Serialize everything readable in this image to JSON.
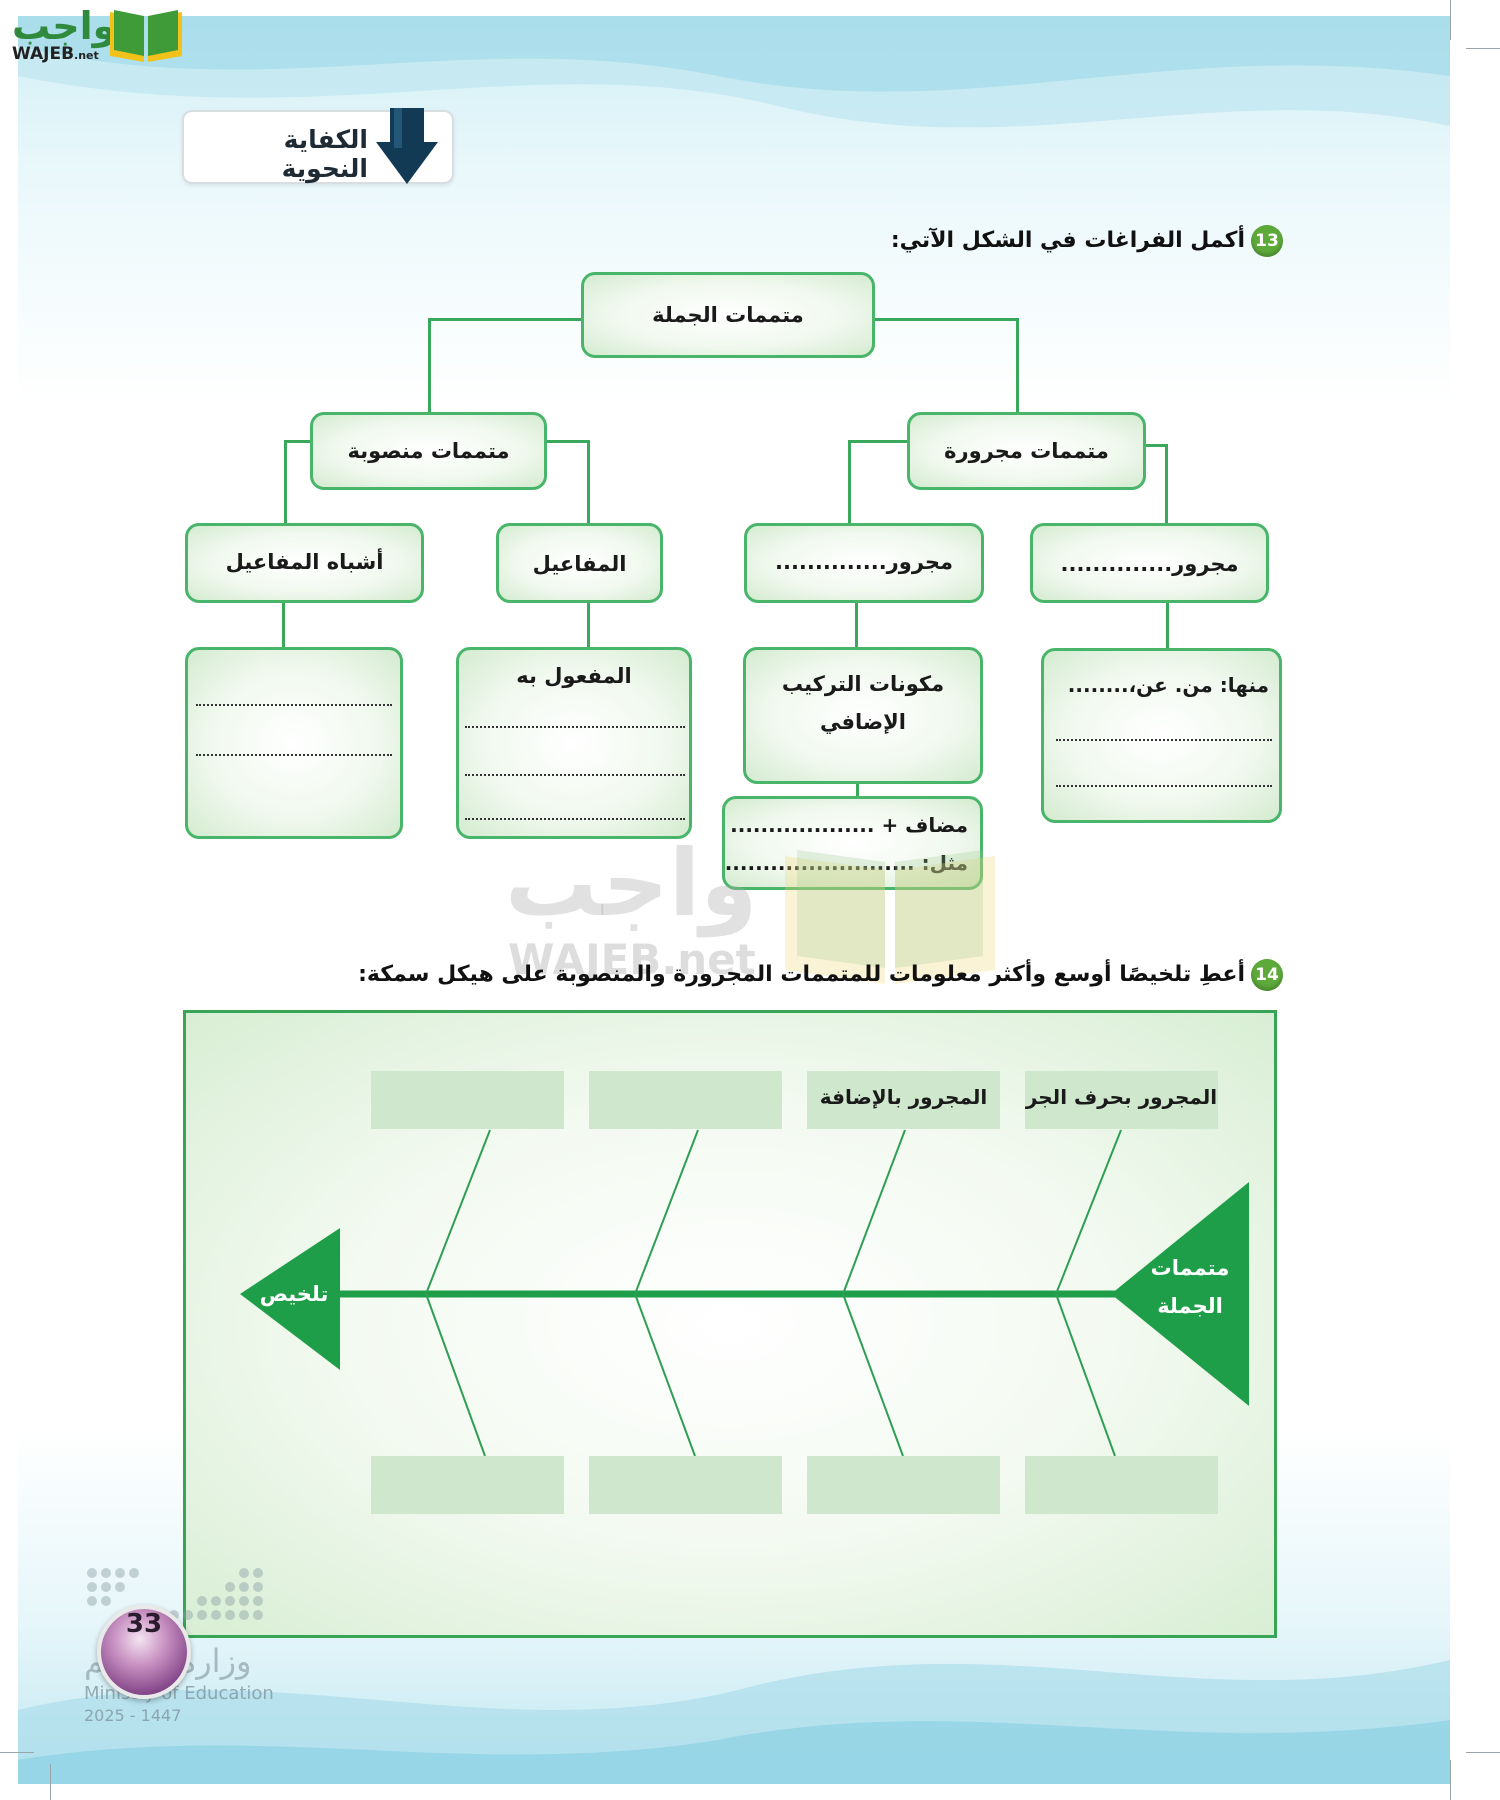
{
  "logo": {
    "arabic": "واجب",
    "latin": "WAJEB",
    "suffix": ".net"
  },
  "section": {
    "title": "الكفاية النحوية"
  },
  "q13": {
    "number": "13",
    "text": "أكمل الفراغات في الشكل الآتي:",
    "tree": {
      "root": "متممات الجملة",
      "jarr": "متممات مجرورة",
      "nasb": "متممات منصوبة",
      "majrur_harf": "مجرور..............",
      "majrur_idafa": "مجرور..............",
      "mafaeel": "المفاعيل",
      "ashbah": "أشباه المفاعيل",
      "harf_examples": "منها: من. عن،........",
      "idafa_components_1": "مكونات التركيب",
      "idafa_components_2": "الإضافي",
      "mudaf": "مضاف + ...................",
      "mithal": "مثل: .........................",
      "mafool_bih": "المفعول به"
    }
  },
  "watermark": {
    "arabic": "واجب",
    "latin": "WAJEB.net"
  },
  "q14": {
    "number": "14",
    "text": "أعطِ تلخيصًا أوسع وأكثر معلومات للمتممات المجرورة والمنصوبة على هيكل سمكة:",
    "fishbone": {
      "head_line1": "متممات",
      "head_line2": "الجملة",
      "tail": "تلخيص",
      "top_labels": [
        "المجرور بحرف الجر",
        "المجرور بالإضافة",
        "",
        ""
      ],
      "bottom_labels": [
        "",
        "",
        "",
        ""
      ],
      "colors": {
        "spine": "#1f9e4a",
        "bones": "#2f9e55",
        "boxes": "#cfe7cc"
      }
    }
  },
  "footer": {
    "page_number": "33",
    "ministry_ar": "وزارة التعليم",
    "ministry_en": "Ministry of Education",
    "year": "2025 - 1447"
  }
}
